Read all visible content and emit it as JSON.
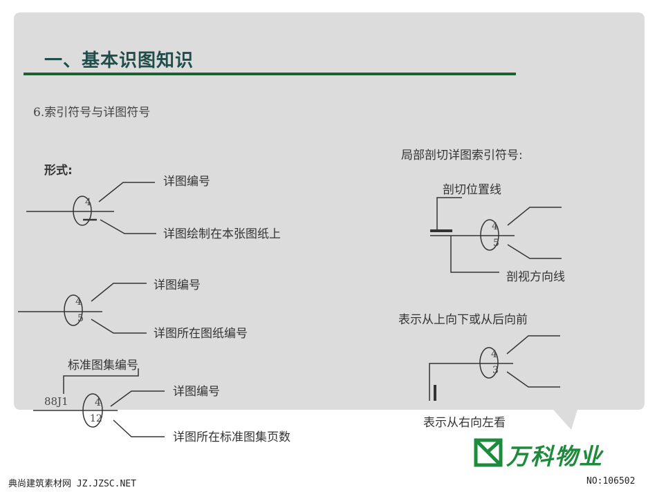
{
  "slide": {
    "title": "一、基本识图知识",
    "subtitle": "6.索引符号与详图符号"
  },
  "left": {
    "form_label": "形式:",
    "d1": {
      "top": "4",
      "bottom": "",
      "label_upper": "详图编号",
      "label_lower": "详图绘制在本张图纸上"
    },
    "d2": {
      "top": "4",
      "bottom": "5",
      "label_upper": "详图编号",
      "label_lower": "详图所在图纸编号"
    },
    "d3": {
      "atlas_label": "标准图集编号",
      "atlas_code": "88J1",
      "top": "4",
      "bottom": "12",
      "label_upper": "详图编号",
      "label_lower": "详图所在标准图集页数"
    }
  },
  "right": {
    "section_title": "局部剖切详图索引符号:",
    "r1": {
      "cut_label": "剖切位置线",
      "top": "4",
      "bottom": "5",
      "dir_label": "剖视方向线"
    },
    "r2": {
      "caption": "表示从上向下或从后向前",
      "top": "4",
      "bottom": "3",
      "caption_bottom": "表示从右向左看"
    }
  },
  "brand": {
    "name": "万科物业",
    "color": "#1e8a3c"
  },
  "footer": {
    "left": "典尚建筑素材网 JZ.JZSC.NET",
    "right": "NO:106502"
  },
  "colors": {
    "panel": "#dcdcdc",
    "title_rule": "#1f5f2e"
  }
}
